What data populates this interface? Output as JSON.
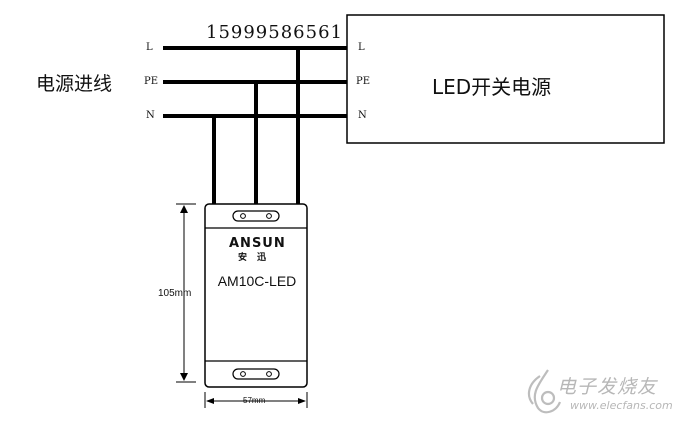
{
  "phone": "15999586561",
  "input_label": "电源进线",
  "left_lines": [
    "L",
    "PE",
    "N"
  ],
  "psu": {
    "title": "LED开关电源",
    "terminals": [
      "L",
      "PE",
      "N"
    ]
  },
  "device": {
    "brand_en": "ANSUN",
    "brand_cn": "安迅",
    "model": "AM10C-LED",
    "height_label": "105mm",
    "width_label": "57mm"
  },
  "watermark": {
    "cn": "电子发烧友",
    "en": "www.elecfans.com"
  }
}
